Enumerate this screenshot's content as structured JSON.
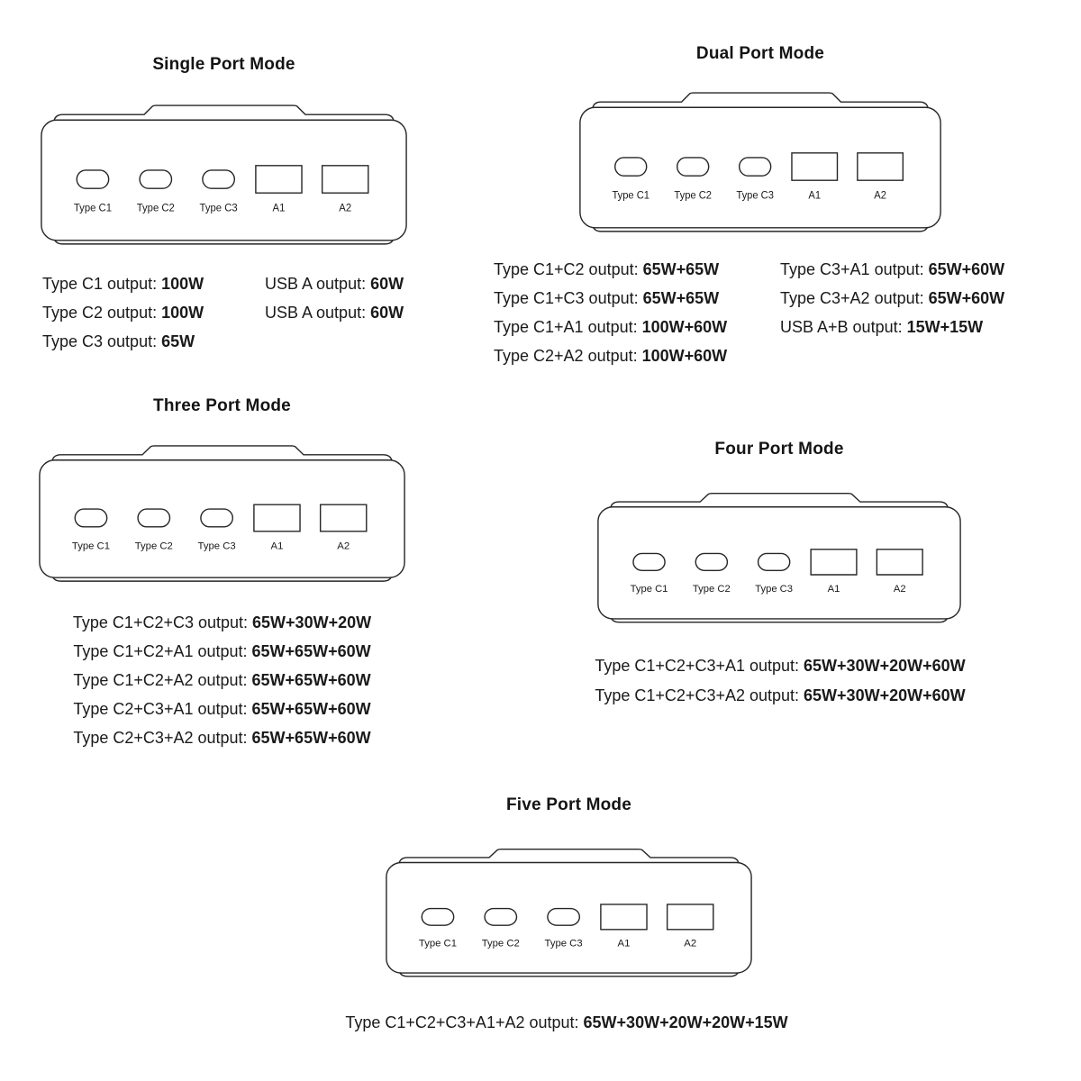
{
  "colors": {
    "background": "#ffffff",
    "ink": "#1a1a1a",
    "outline": "#262626"
  },
  "ports": {
    "c1": "Type C1",
    "c2": "Type C2",
    "c3": "Type C3",
    "a1": "A1",
    "a2": "A2"
  },
  "sections": {
    "single": {
      "title": "Single Port Mode",
      "outputs_col1": [
        {
          "label": "Type C1 output:",
          "value": "100W"
        },
        {
          "label": "Type C2 output:",
          "value": "100W"
        },
        {
          "label": "Type C3 output:",
          "value": "65W"
        }
      ],
      "outputs_col2": [
        {
          "label": "USB A output:",
          "value": "60W"
        },
        {
          "label": "USB A output:",
          "value": "60W"
        }
      ]
    },
    "dual": {
      "title": "Dual Port Mode",
      "outputs_col1": [
        {
          "label": "Type C1+C2 output:",
          "value": "65W+65W"
        },
        {
          "label": "Type C1+C3 output:",
          "value": "65W+65W"
        },
        {
          "label": "Type C1+A1 output:",
          "value": "100W+60W"
        },
        {
          "label": "Type C2+A2 output:",
          "value": "100W+60W"
        }
      ],
      "outputs_col2": [
        {
          "label": "Type C3+A1 output:",
          "value": "65W+60W"
        },
        {
          "label": "Type C3+A2 output:",
          "value": "65W+60W"
        },
        {
          "label": "USB A+B output:",
          "value": "15W+15W"
        }
      ]
    },
    "three": {
      "title": "Three Port Mode",
      "outputs": [
        {
          "label": "Type C1+C2+C3 output:",
          "value": "65W+30W+20W"
        },
        {
          "label": "Type C1+C2+A1 output:",
          "value": "65W+65W+60W"
        },
        {
          "label": "Type C1+C2+A2 output:",
          "value": "65W+65W+60W"
        },
        {
          "label": "Type C2+C3+A1 output:",
          "value": "65W+65W+60W"
        },
        {
          "label": "Type C2+C3+A2 output:",
          "value": "65W+65W+60W"
        }
      ]
    },
    "four": {
      "title": "Four Port Mode",
      "outputs": [
        {
          "label": "Type C1+C2+C3+A1 output:",
          "value": "65W+30W+20W+60W"
        },
        {
          "label": "Type C1+C2+C3+A2 output:",
          "value": "65W+30W+20W+60W"
        }
      ]
    },
    "five": {
      "title": "Five Port Mode",
      "outputs": [
        {
          "label": "Type C1+C2+C3+A1+A2 output:",
          "value": "65W+30W+20W+20W+15W"
        }
      ]
    }
  }
}
